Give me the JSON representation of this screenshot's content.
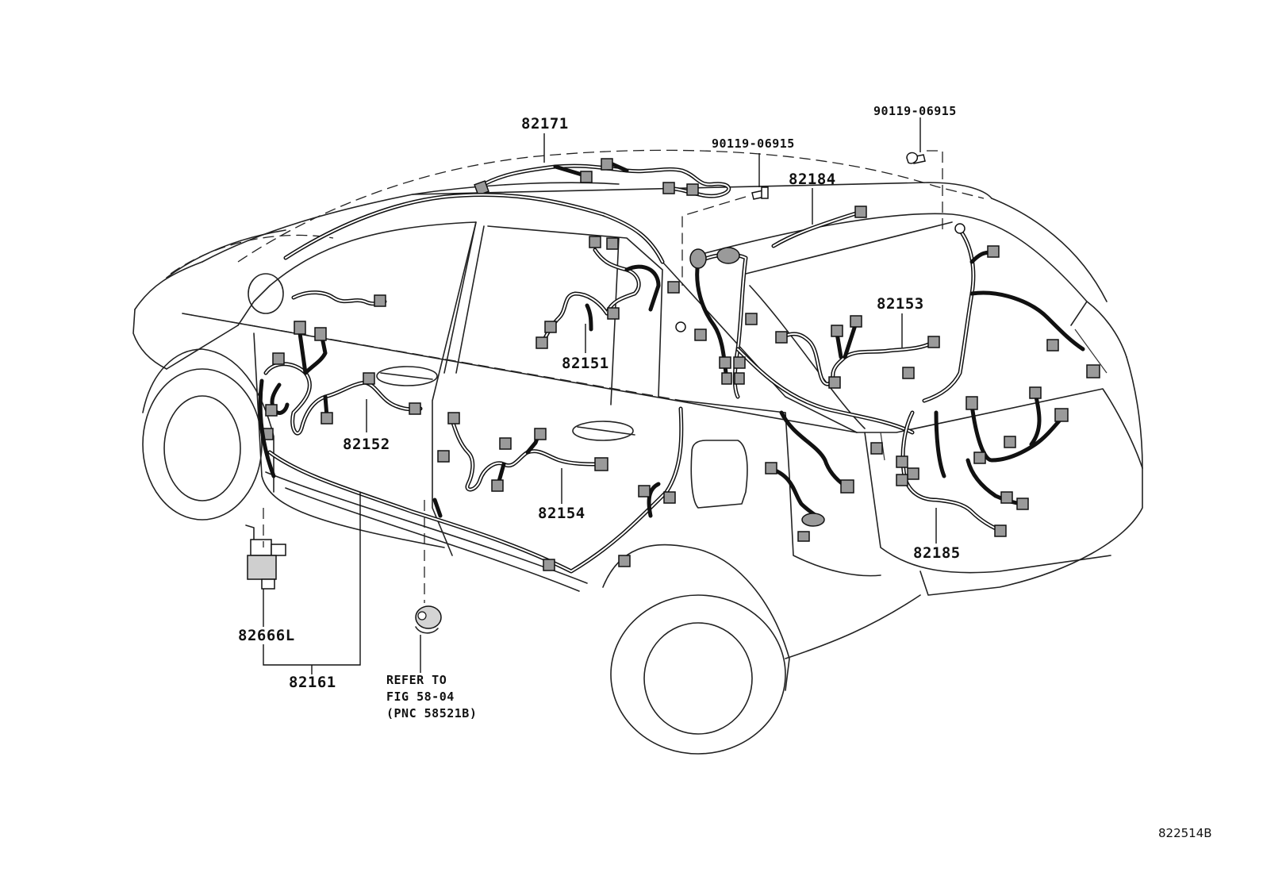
{
  "labels": {
    "p82171": "82171",
    "p90119_a": "90119-06915",
    "p90119_b": "90119-06915",
    "p82184": "82184",
    "p82153": "82153",
    "p82151": "82151",
    "p82152": "82152",
    "p82154": "82154",
    "p82185": "82185",
    "p82666L": "82666L",
    "p82161": "82161"
  },
  "reference_note": {
    "line1": "REFER TO",
    "line2": "FIG 58-04",
    "line3": "(PNC 58521B)"
  },
  "figure_id": "822514B"
}
